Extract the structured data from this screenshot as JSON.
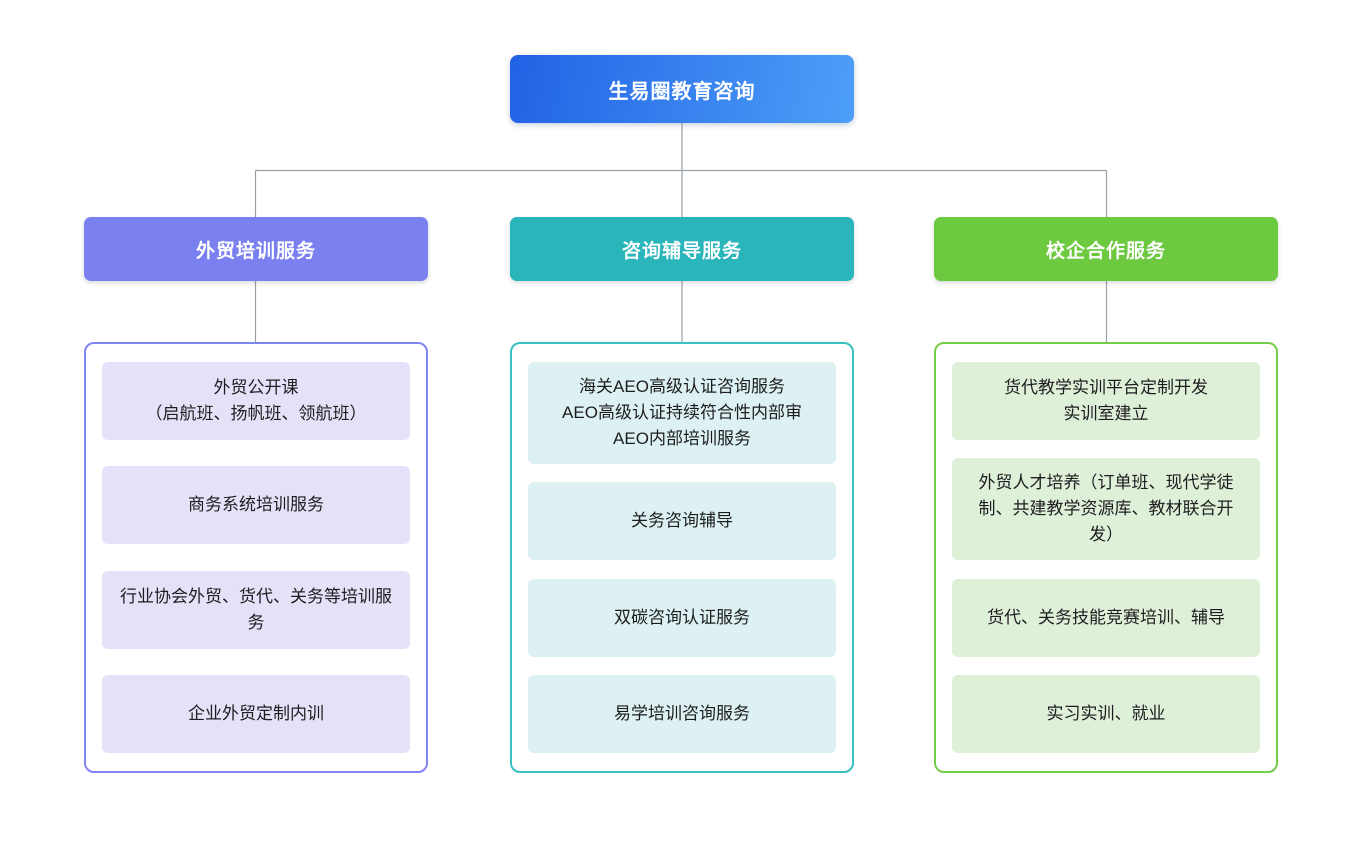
{
  "diagram": {
    "root": {
      "label": "生易圈教育咨询",
      "gradient_from": "#2262e5",
      "gradient_to": "#4c9ff8",
      "text_color": "#ffffff"
    },
    "connector_color": "#99a0aa",
    "branches": [
      {
        "label": "外贸培训服务",
        "header_color": "#7b80f0",
        "panel_border_color": "#8086f0",
        "item_bg_color": "#e3e2f8",
        "items": [
          {
            "lines": [
              "外贸公开课",
              "（启航班、扬帆班、领航班）"
            ]
          },
          {
            "lines": [
              "商务系统培训服务"
            ]
          },
          {
            "lines": [
              "行业协会外贸、货代、关务等培训服务"
            ]
          },
          {
            "lines": [
              "企业外贸定制内训"
            ]
          }
        ]
      },
      {
        "label": "咨询辅导服务",
        "header_color": "#2ab5ba",
        "panel_border_color": "#38c0c2",
        "item_bg_color": "#ddf1f3",
        "items": [
          {
            "lines": [
              "海关AEO高级认证咨询服务",
              "AEO高级认证持续符合性内部审",
              "AEO内部培训服务"
            ]
          },
          {
            "lines": [
              "关务咨询辅导"
            ]
          },
          {
            "lines": [
              "双碳咨询认证服务"
            ]
          },
          {
            "lines": [
              "易学培训咨询服务"
            ]
          }
        ]
      },
      {
        "label": "校企合作服务",
        "header_color": "#6dc93f",
        "panel_border_color": "#74cd49",
        "item_bg_color": "#dff0d9",
        "items": [
          {
            "lines": [
              "货代教学实训平台定制开发",
              "实训室建立"
            ]
          },
          {
            "lines": [
              "外贸人才培养（订单班、现代学徒制、共建教学资源库、教材联合开发）"
            ]
          },
          {
            "lines": [
              "货代、关务技能竞赛培训、辅导"
            ]
          },
          {
            "lines": [
              "实习实训、就业"
            ]
          }
        ]
      }
    ]
  }
}
